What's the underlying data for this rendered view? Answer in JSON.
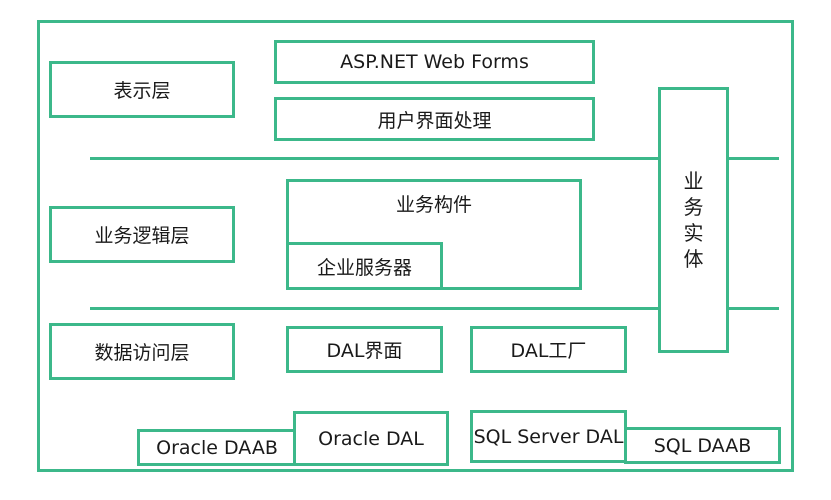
{
  "colors": {
    "accent": "#3cb88a",
    "text": "#1a1a1a",
    "background": "#ffffff"
  },
  "layers": {
    "presentation": "表示层",
    "business": "业务逻辑层",
    "data_access": "数据访问层"
  },
  "presentation": {
    "web_forms": "ASP.NET Web Forms",
    "ui_processing": "用户界面处理"
  },
  "business": {
    "components": "业务构件",
    "enterprise_services": "企业服务器"
  },
  "data_access": {
    "dal_interface": "DAL界面",
    "dal_factory": "DAL工厂",
    "oracle_daab": "Oracle DAAB",
    "oracle_dal": "Oracle DAL",
    "sqlserver_dal": "SQL Server DAL",
    "sql_daab": "SQL DAAB"
  },
  "business_entity": "业务实体"
}
